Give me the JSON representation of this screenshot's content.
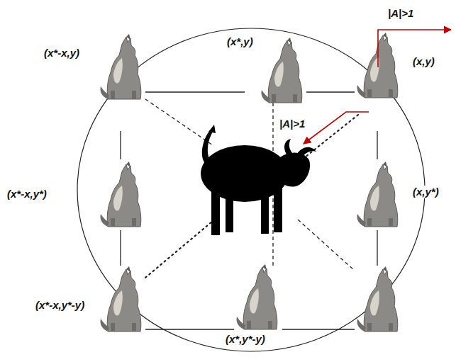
{
  "diagram": {
    "labels": [
      "|A|>1",
      "(x*,y)",
      "(x*-x,y)",
      "(x,y)",
      "|A|>1",
      "(x*-x,y*)",
      "(x,y*)",
      "(x*-x,y*-y)",
      "(x*,y*-y)"
    ]
  }
}
